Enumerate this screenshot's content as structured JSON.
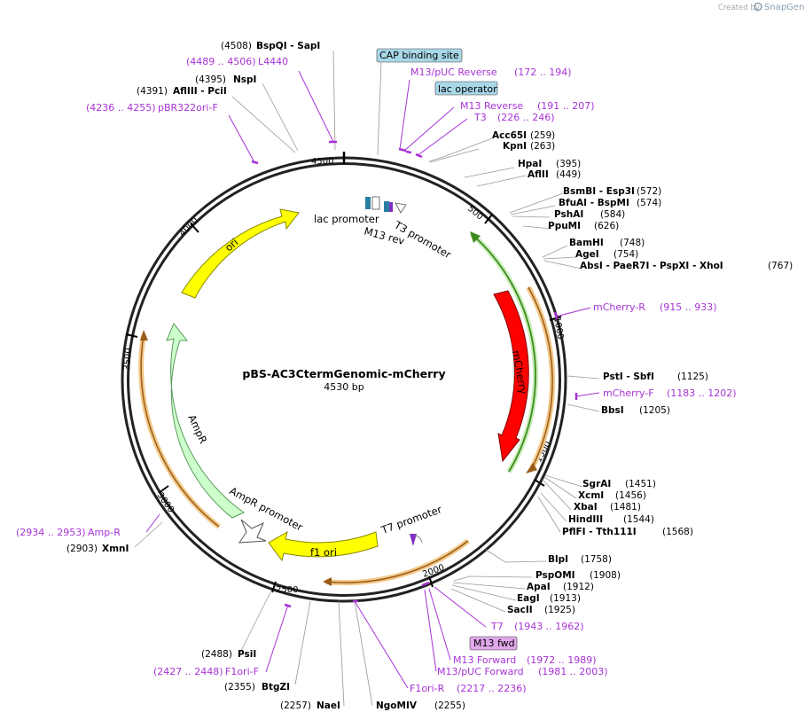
{
  "credit": {
    "prefix": "Created by",
    "brand": "SnapGene"
  },
  "plasmid": {
    "name": "pBS-AC3CtermGenomic-mCherry",
    "length_label": "4530 bp",
    "length": 4530
  },
  "colors": {
    "ori": "#ffff00",
    "mcherry": "#ff0000",
    "ampr": "#ccffcc",
    "f1ori": "#ffff00",
    "primer": "#a832d6",
    "orange_arc": "#e9a43a",
    "green_arc": "#3d8a1e",
    "box_blue": "#a8d8e8",
    "box_purple": "#dfa8e8"
  },
  "ticks": [
    "500",
    "1000",
    "1500",
    "2000",
    "2500",
    "3000",
    "3500",
    "4000",
    "4500"
  ],
  "features": {
    "ori": "ori",
    "mcherry": "mCherry",
    "ampr": "AmpR",
    "ampr_promoter": "AmpR promoter",
    "f1_ori": "f1 ori",
    "lac_promoter": "lac promoter",
    "m13_rev": "M13 rev",
    "t3_promoter": "T3 promoter",
    "t7_promoter": "T7 promoter"
  },
  "enzymes_right": [
    {
      "name": "Acc65I",
      "pos": "(259)"
    },
    {
      "name": "KpnI",
      "pos": "(263)"
    },
    {
      "name": "HpaI",
      "pos": "(395)"
    },
    {
      "name": "AflII",
      "pos": "(449)"
    },
    {
      "name": "BsmBI  - Esp3I",
      "pos": "(572)"
    },
    {
      "name": "BfuAI  - BspMI",
      "pos": "(574)"
    },
    {
      "name": "PshAI",
      "pos": "(584)"
    },
    {
      "name": "PpuMI",
      "pos": "(626)"
    },
    {
      "name": "BamHI",
      "pos": "(748)"
    },
    {
      "name": "AgeI",
      "pos": "(754)"
    },
    {
      "name": "AbsI  - PaeR7I  - PspXI  - XhoI",
      "pos": "(767)"
    },
    {
      "name": "PstI  - SbfI",
      "pos": "(1125)"
    },
    {
      "name": "BbsI",
      "pos": "(1205)"
    },
    {
      "name": "SgrAI",
      "pos": "(1451)"
    },
    {
      "name": "XcmI",
      "pos": "(1456)"
    },
    {
      "name": "XbaI",
      "pos": "(1481)"
    },
    {
      "name": "HindIII",
      "pos": "(1544)"
    },
    {
      "name": "PflFI  - Tth111I",
      "pos": "(1568)"
    },
    {
      "name": "BlpI",
      "pos": "(1758)"
    },
    {
      "name": "PspOMI",
      "pos": "(1908)"
    },
    {
      "name": "ApaI",
      "pos": "(1912)"
    },
    {
      "name": "EagI",
      "pos": "(1913)"
    },
    {
      "name": "SacII",
      "pos": "(1925)"
    }
  ],
  "enzymes_left": [
    {
      "name": "BspQI  - SapI",
      "pos": "(4508)"
    },
    {
      "name": "NspI",
      "pos": "(4395)"
    },
    {
      "name": "AflIII  - PciI",
      "pos": "(4391)"
    },
    {
      "name": "XmnI",
      "pos": "(2903)"
    },
    {
      "name": "PsiI",
      "pos": "(2488)"
    },
    {
      "name": "BtgZI",
      "pos": "(2355)"
    },
    {
      "name": "NaeI",
      "pos": "(2257)"
    },
    {
      "name": "NgoMIV",
      "pos": "(2255)"
    }
  ],
  "primers": [
    {
      "name": "L4440",
      "range": "(4489 .. 4506)"
    },
    {
      "name": "pBR322ori-F",
      "range": "(4236 .. 4255)"
    },
    {
      "name": "M13/pUC Reverse",
      "range": "(172 .. 194)"
    },
    {
      "name": "M13 Reverse",
      "range": "(191 .. 207)"
    },
    {
      "name": "T3",
      "range": "(226 .. 246)"
    },
    {
      "name": "mCherry-R",
      "range": "(915 .. 933)"
    },
    {
      "name": "mCherry-F",
      "range": "(1183 .. 1202)"
    },
    {
      "name": "T7",
      "range": "(1943 .. 1962)"
    },
    {
      "name": "M13 Forward",
      "range": "(1972 .. 1989)"
    },
    {
      "name": "M13/pUC Forward",
      "range": "(1981 .. 2003)"
    },
    {
      "name": "F1ori-R",
      "range": "(2217 .. 2236)"
    },
    {
      "name": "F1ori-F",
      "range": "(2427 .. 2448)"
    },
    {
      "name": "Amp-R",
      "range": "(2934 .. 2953)"
    }
  ],
  "boxes": {
    "cap": "CAP binding site",
    "lac_operator": "lac operator",
    "m13_fwd": "M13 fwd"
  }
}
